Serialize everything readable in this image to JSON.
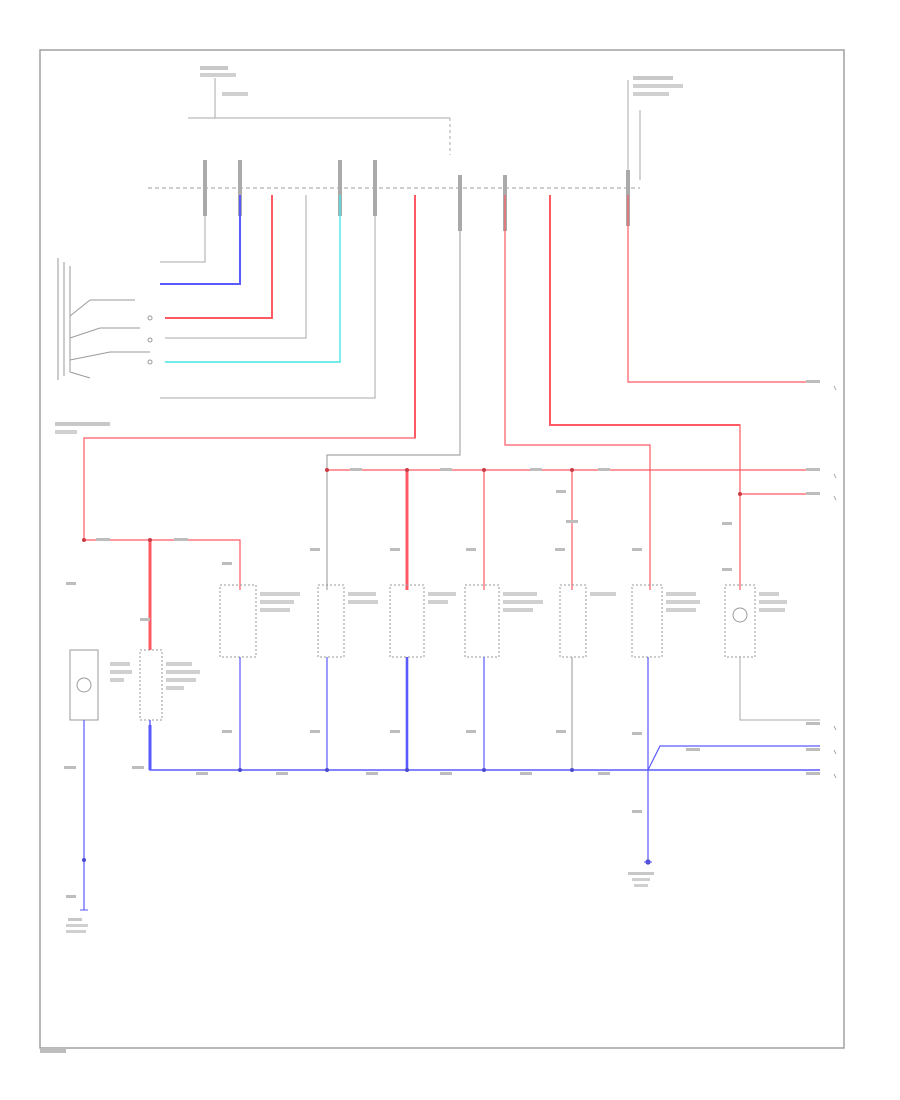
{
  "title": "",
  "footer_code": "",
  "colors": {
    "power": "#ff5a64",
    "ground": "#5a5aff",
    "light_blue": "#46e6e6",
    "neutral": "#a8a8a8",
    "frame": "#9a9a9a"
  },
  "labels": {
    "top_source": "",
    "top_right_source": "",
    "left_switch": "",
    "ground_left": "",
    "ground_right": ""
  },
  "components": [
    {
      "id": "c1",
      "label": ""
    },
    {
      "id": "c2",
      "label": ""
    },
    {
      "id": "c3",
      "label": ""
    },
    {
      "id": "c4",
      "label": ""
    },
    {
      "id": "c5",
      "label": ""
    },
    {
      "id": "c6",
      "label": ""
    },
    {
      "id": "c7",
      "label": ""
    },
    {
      "id": "c8",
      "label": ""
    },
    {
      "id": "c9",
      "label": ""
    }
  ]
}
